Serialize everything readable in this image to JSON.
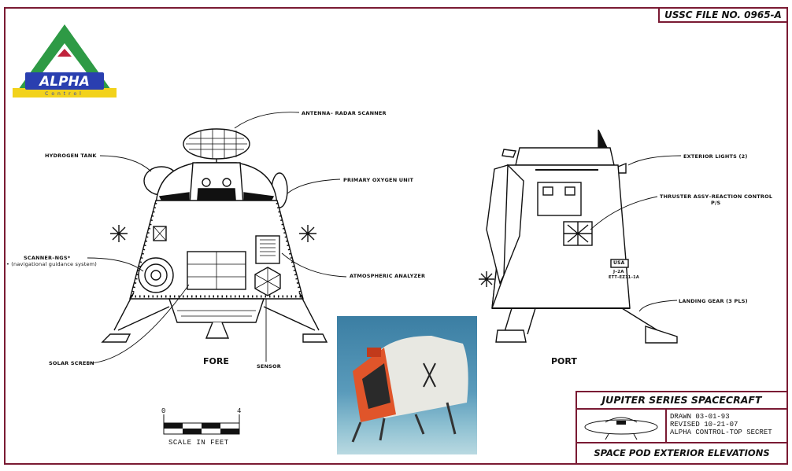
{
  "file_label": "USSC FILE NO. 0965-A",
  "logo": {
    "word": "ALPHA",
    "sub": "Control",
    "colors": {
      "green": "#2e9a45",
      "yellow": "#f2d21b",
      "blue": "#2a3fb0",
      "red": "#c0233c"
    }
  },
  "labels": {
    "antenna": "ANTENNA– RADAR SCANNER",
    "hydrogen": "HYDROGEN TANK",
    "oxygen": "PRIMARY OXYGEN UNIT",
    "scanner": "SCANNER–NGS*",
    "scanner_note": "• (navigational guidance system)",
    "atmospheric": "ATMOSPHERIC ANALYZER",
    "solar": "SOLAR SCREEN",
    "sensor": "SENSOR",
    "exterior_lights": "EXTERIOR LIGHTS (2)",
    "thruster": "THRUSTER ASSY–REACTION CONTROL",
    "thruster_sub": "P/S",
    "landing_gear": "LANDING GEAR (3 PLS)"
  },
  "views": {
    "fore": "FORE",
    "port": "PORT"
  },
  "hull_marking": {
    "flag": "USA",
    "line1": "J–2A",
    "line2": "ETT–EZ11–1A"
  },
  "scale": {
    "start": "0",
    "end": "4",
    "caption": "SCALE IN FEET"
  },
  "title_block": {
    "title": "JUPITER SERIES SPACECRAFT",
    "drawn": "DRAWN 03-01-93",
    "revised": "REVISED 10-21-07",
    "classification": "ALPHA CONTROL-TOP SECRET",
    "subtitle": "SPACE POD EXTERIOR ELEVATIONS"
  }
}
